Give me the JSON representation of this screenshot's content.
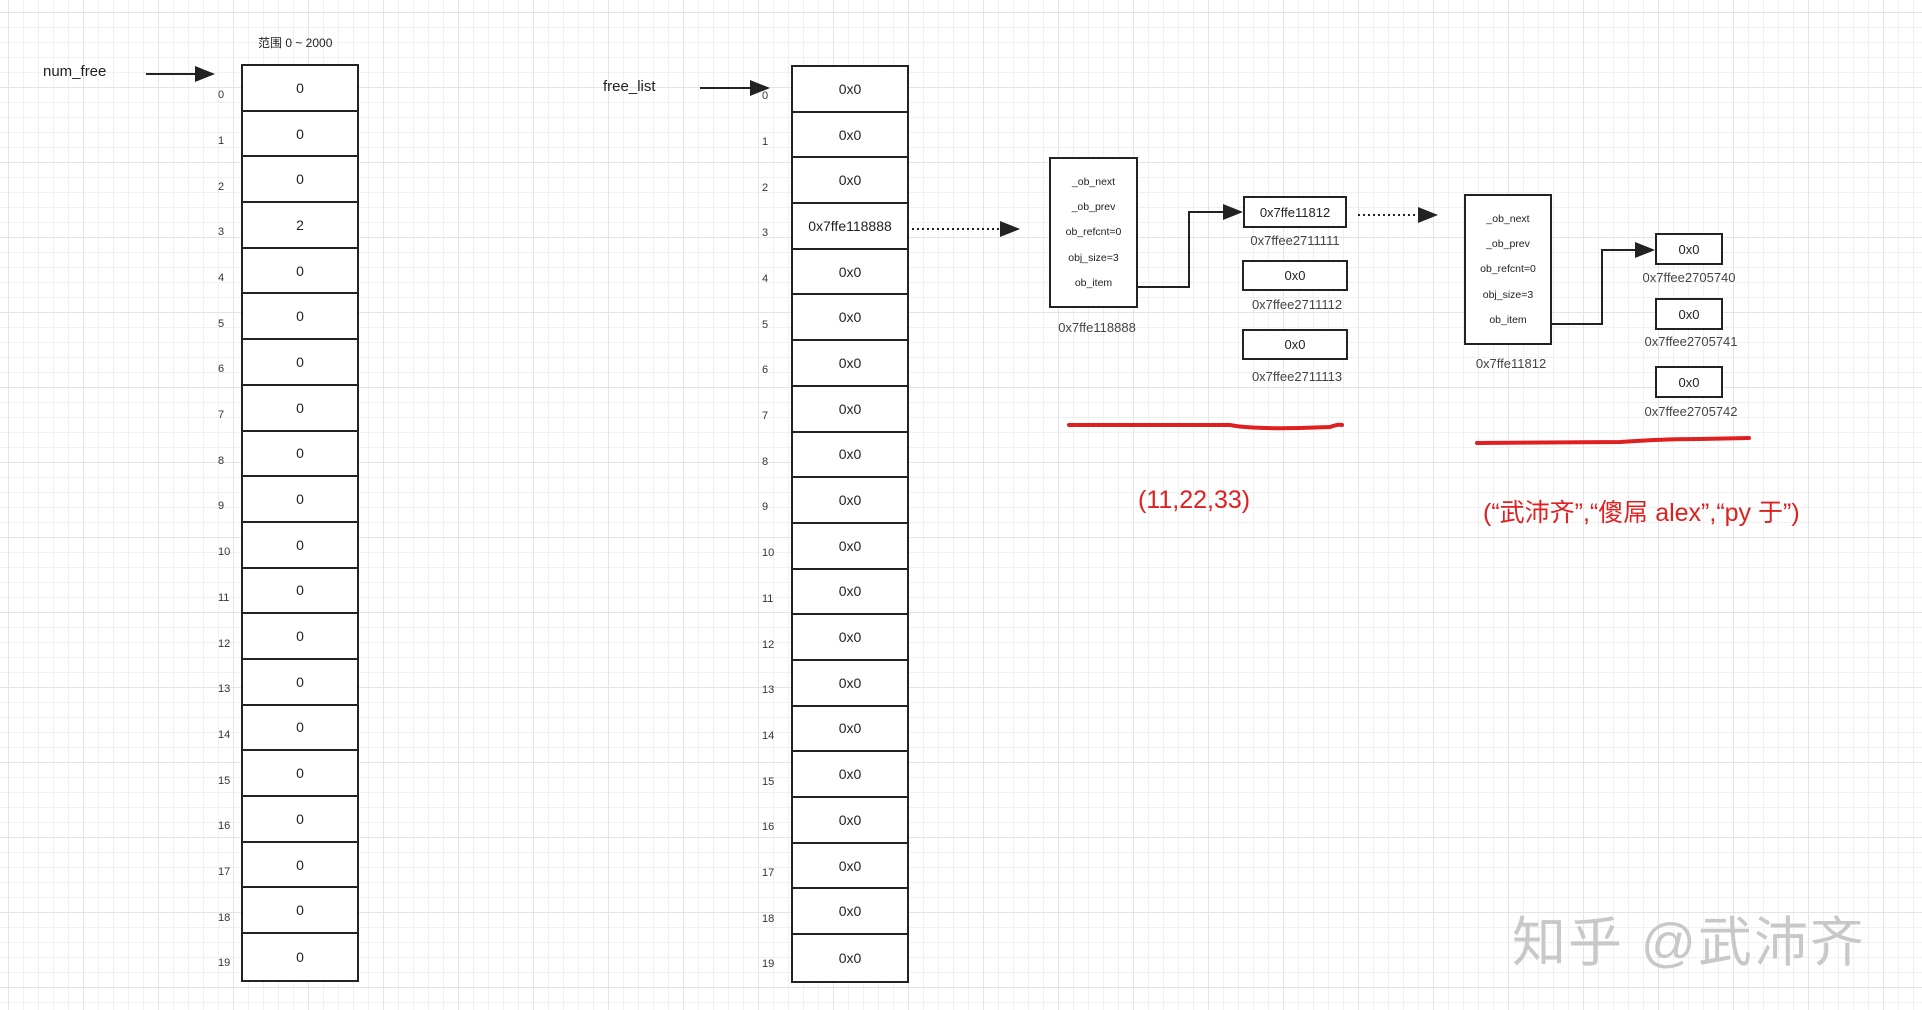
{
  "num_free": {
    "label": "num_free",
    "range_label": "范围 0 ~ 2000",
    "values": [
      "0",
      "0",
      "0",
      "2",
      "0",
      "0",
      "0",
      "0",
      "0",
      "0",
      "0",
      "0",
      "0",
      "0",
      "0",
      "0",
      "0",
      "0",
      "0",
      "0"
    ]
  },
  "free_list": {
    "label": "free_list",
    "values": [
      "0x0",
      "0x0",
      "0x0",
      "0x7ffe118888",
      "0x0",
      "0x0",
      "0x0",
      "0x0",
      "0x0",
      "0x0",
      "0x0",
      "0x0",
      "0x0",
      "0x0",
      "0x0",
      "0x0",
      "0x0",
      "0x0",
      "0x0",
      "0x0"
    ]
  },
  "indices": [
    "0",
    "1",
    "2",
    "3",
    "4",
    "5",
    "6",
    "7",
    "8",
    "9",
    "10",
    "11",
    "12",
    "13",
    "14",
    "15",
    "16",
    "17",
    "18",
    "19"
  ],
  "tuple1": {
    "fields": [
      "_ob_next",
      "_ob_prev",
      "ob_refcnt=0",
      "obj_size=3",
      "ob_item"
    ],
    "address": "0x7ffe118888",
    "items": [
      {
        "value": "0x7ffe11812",
        "address": "0x7ffee2711111"
      },
      {
        "value": "0x0",
        "address": "0x7ffee2711112"
      },
      {
        "value": "0x0",
        "address": "0x7ffee2711113"
      }
    ],
    "caption": "(11,22,33)"
  },
  "tuple2": {
    "fields": [
      "_ob_next",
      "_ob_prev",
      "ob_refcnt=0",
      "obj_size=3",
      "ob_item"
    ],
    "address": "0x7ffe11812",
    "items": [
      {
        "value": "0x0",
        "address": "0x7ffee2705740"
      },
      {
        "value": "0x0",
        "address": "0x7ffee2705741"
      },
      {
        "value": "0x0",
        "address": "0x7ffee2705742"
      }
    ],
    "caption": "(“武沛齐”,“傻屌 alex”,“py 于”)"
  },
  "watermark": "知乎 @武沛齐",
  "colors": {
    "annotation": "#e02020",
    "line": "#222222"
  }
}
